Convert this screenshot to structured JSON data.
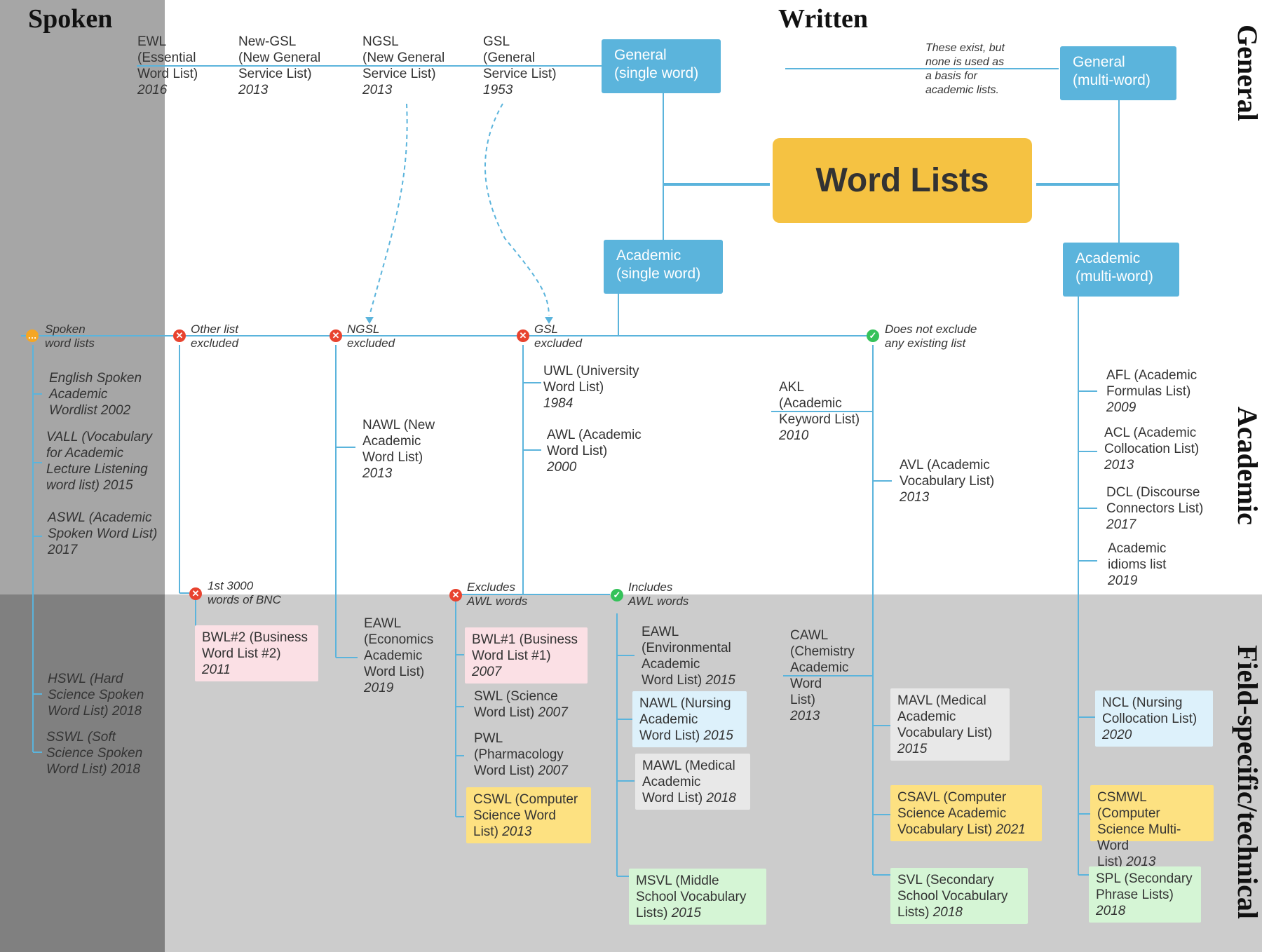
{
  "sections": {
    "spoken": "Spoken",
    "written": "Written",
    "general": "General",
    "academic": "Academic",
    "field": "Field-specific/technical"
  },
  "center": {
    "title": "Word Lists"
  },
  "categories": {
    "general_single": "General\n(single word)",
    "general_multi": "General\n(multi-word)",
    "academic_single": "Academic\n(single word)",
    "academic_multi": "Academic\n(multi-word)"
  },
  "general_lists": [
    {
      "name": "EWL\n(Essential\nWord List)",
      "year": "2016"
    },
    {
      "name": "New-GSL\n(New General\nService List)",
      "year": "2013"
    },
    {
      "name": "NGSL\n(New General\nService List)",
      "year": "2013"
    },
    {
      "name": "GSL\n(General\nService List)",
      "year": "1953"
    }
  ],
  "multi_note": "These exist, but\nnone is used as\na basis for\nacademic lists.",
  "branch_labels": {
    "spoken": "Spoken\nword lists",
    "other": "Other list\nexcluded",
    "ngsl": "NGSL\nexcluded",
    "gsl": "GSL\nexcluded",
    "none": "Does not exclude\nany existing list",
    "bnc": "1st 3000\nwords of BNC",
    "excl_awl": "Excludes\nAWL words",
    "incl_awl": "Includes\nAWL words"
  },
  "spoken_lists": [
    "English Spoken\nAcademic\nWordlist 2002",
    "VALL (Vocabulary\nfor Academic\nLecture Listening\nword list) 2015",
    "ASWL (Academic\nSpoken Word List)\n2017",
    "HSWL (Hard\nScience Spoken\nWord List) 2018",
    "SSWL (Soft\nScience Spoken\nWord List) 2018"
  ],
  "academic_lists": {
    "nawl": {
      "name": "NAWL (New\nAcademic\nWord List)",
      "year": "2013"
    },
    "uwl": {
      "name": "UWL (University\nWord List)",
      "year": "1984"
    },
    "awl": {
      "name": "AWL (Academic\nWord List)",
      "year": "2000"
    },
    "akl": {
      "name": "AKL\n(Academic\nKeyword List)",
      "year": "2010"
    },
    "avl": {
      "name": "AVL (Academic\nVocabulary List)",
      "year": "2013"
    },
    "afl": {
      "name": "AFL (Academic\nFormulas List)",
      "year": "2009"
    },
    "acl": {
      "name": "ACL (Academic\nCollocation List)",
      "year": "2013"
    },
    "dcl": {
      "name": "DCL (Discourse\nConnectors List)",
      "year": "2017"
    },
    "idioms": {
      "name": "Academic\nidioms list",
      "year": "2019"
    }
  },
  "field_lists": {
    "bwl2": {
      "name": "BWL#2 (Business\nWord List #2)",
      "year": "2011"
    },
    "eawl_econ": {
      "name": "EAWL\n(Economics\nAcademic\nWord List)",
      "year": "2019"
    },
    "bwl1": {
      "name": "BWL#1 (Business\nWord List #1)",
      "year": "2007"
    },
    "swl": {
      "name": "SWL (Science\nWord List)",
      "year": "2007"
    },
    "pwl": {
      "name": "PWL\n(Pharmacology\nWord List)",
      "year": "2007"
    },
    "cswl": {
      "name": "CSWL (Computer\nScience Word\nList)",
      "year": "2013"
    },
    "eawl_env": {
      "name": "EAWL\n(Environmental\nAcademic\nWord List)",
      "year": "2015"
    },
    "nawl_nursing": {
      "name": "NAWL (Nursing\nAcademic\nWord List)",
      "year": "2015"
    },
    "mawl": {
      "name": "MAWL (Medical\nAcademic\nWord List)",
      "year": "2018"
    },
    "msvl": {
      "name": "MSVL (Middle\nSchool Vocabulary\nLists)",
      "year": "2015"
    },
    "cawl": {
      "name": "CAWL\n(Chemistry\nAcademic\nWord\nList)",
      "year": "2013"
    },
    "mavl": {
      "name": "MAVL (Medical\nAcademic\nVocabulary List)",
      "year": "2015"
    },
    "csavl": {
      "name": "CSAVL (Computer\nScience Academic\nVocabulary List)",
      "year": "2021"
    },
    "svl": {
      "name": "SVL (Secondary\nSchool Vocabulary\nLists)",
      "year": "2018"
    },
    "ncl": {
      "name": "NCL (Nursing\nCollocation List)",
      "year": "2020"
    },
    "csmwl": {
      "name": "CSMWL (Computer\nScience Multi-Word\nList)",
      "year": "2013"
    },
    "spl": {
      "name": "SPL (Secondary\nPhrase Lists)",
      "year": "2018"
    }
  },
  "colors": {
    "line": "#5bb4dc",
    "category_box": "#5bb4dc",
    "center_box": "#f5c242",
    "spoken_bg": "#a6a6a6",
    "field_bg": "#cccccc",
    "corner_bg": "#808080",
    "business": "#fbe0e5",
    "nursing": "#ddf1fb",
    "medical": "#e8e8e8",
    "computer_science": "#fde181",
    "secondary": "#d5f5d5",
    "excluded_marker": "#e8432f",
    "included_marker": "#35c25a",
    "spoken_marker": "#f5a623"
  },
  "icons": {
    "excluded": "x-circle-icon",
    "included": "check-circle-icon",
    "spoken": "speech-bubble-icon"
  }
}
